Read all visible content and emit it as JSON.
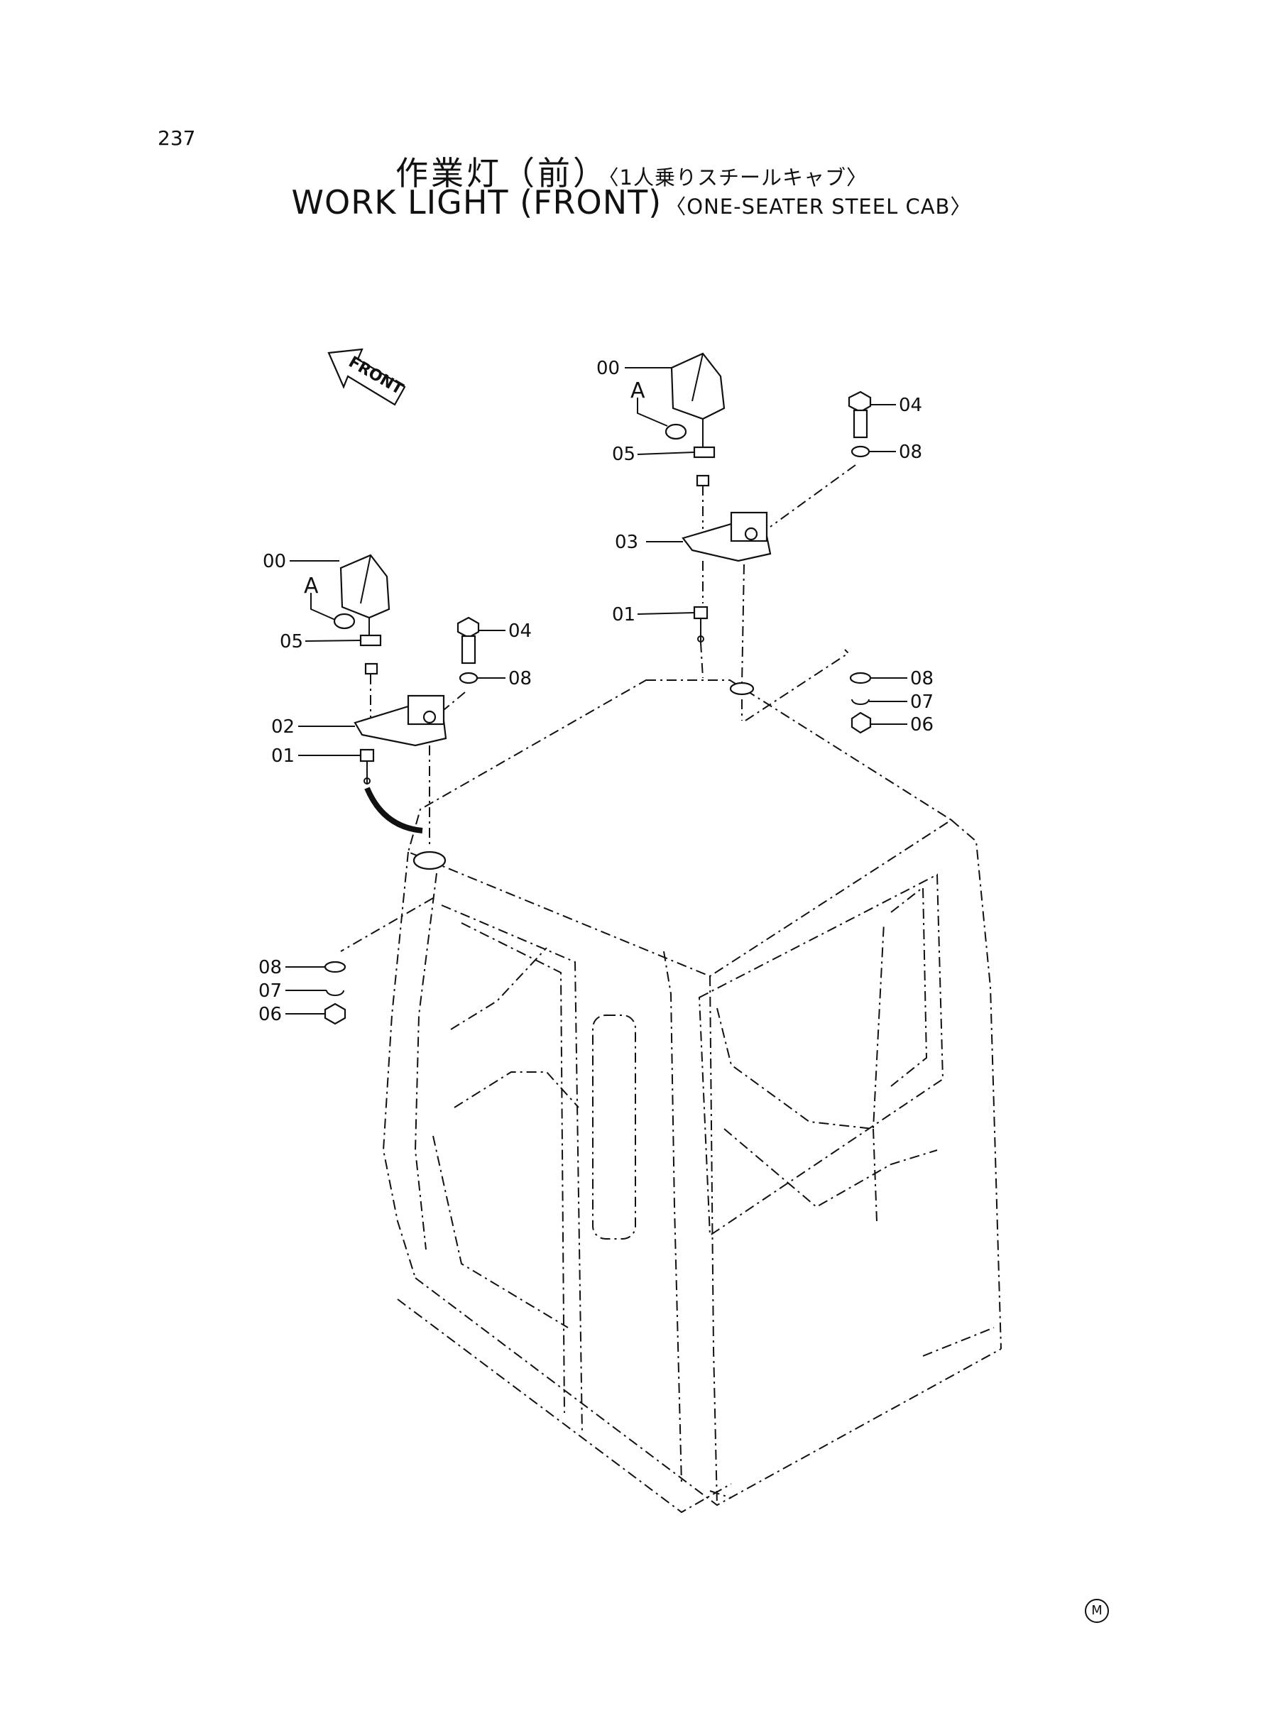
{
  "page": {
    "number": "237"
  },
  "title": {
    "jp_main": "作業灯（前）",
    "jp_sub": "〈1人乗りスチールキャブ〉",
    "en_main": "WORK LIGHT (FRONT)",
    "en_sub": "〈ONE-SEATER STEEL CAB〉"
  },
  "direction_arrow": {
    "label": "FRONT"
  },
  "right_assembly": {
    "labels": [
      "00",
      "A",
      "05",
      "03",
      "01",
      "04",
      "08",
      "08",
      "07",
      "06"
    ]
  },
  "left_assembly": {
    "labels": [
      "00",
      "A",
      "05",
      "02",
      "01",
      "04",
      "08",
      "08",
      "07",
      "06"
    ]
  },
  "corner_mark": {
    "label": "M"
  }
}
